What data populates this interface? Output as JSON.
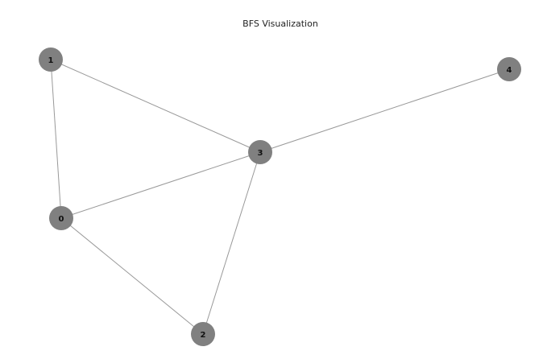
{
  "graph": {
    "title": "BFS Visualization",
    "node_color": "#808080",
    "edge_color": "#999999",
    "nodes": [
      {
        "id": "0",
        "label": "0"
      },
      {
        "id": "1",
        "label": "1"
      },
      {
        "id": "2",
        "label": "2"
      },
      {
        "id": "3",
        "label": "3"
      },
      {
        "id": "4",
        "label": "4"
      }
    ],
    "edges": [
      {
        "from": "1",
        "to": "0"
      },
      {
        "from": "1",
        "to": "3"
      },
      {
        "from": "0",
        "to": "3"
      },
      {
        "from": "0",
        "to": "2"
      },
      {
        "from": "2",
        "to": "3"
      },
      {
        "from": "3",
        "to": "4"
      }
    ]
  }
}
